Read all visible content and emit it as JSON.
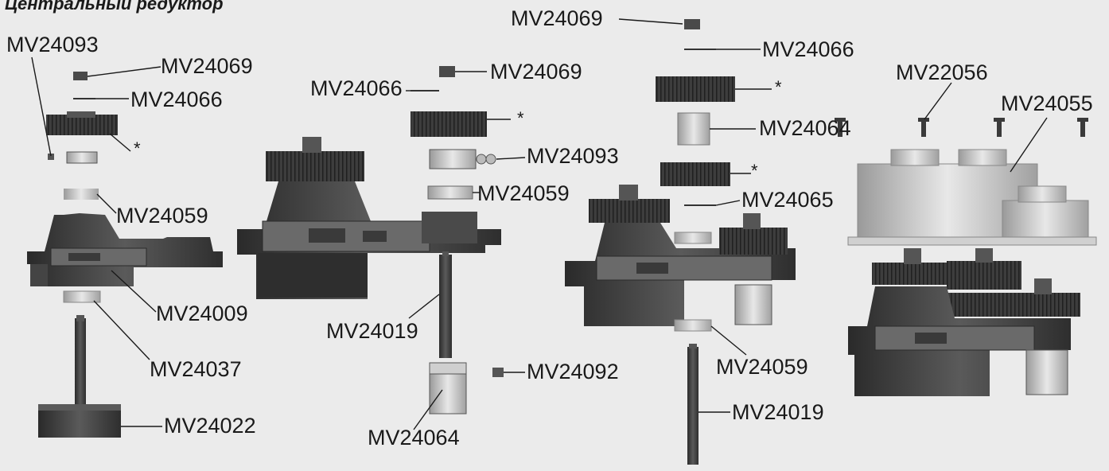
{
  "title": "Центральный редуктор",
  "labels": {
    "l01": "MV24093",
    "l02": "MV24069",
    "l03": "MV24066",
    "l04": "MV24059",
    "l05": "MV24009",
    "l06": "MV24037",
    "l07": "MV24022",
    "l08": "MV24066",
    "l09": "MV24069",
    "l10": "MV24093",
    "l11": "MV24059",
    "l12": "MV24019",
    "l13": "MV24092",
    "l14": "MV24064",
    "l15": "MV24069",
    "l16": "MV24066",
    "l17": "MV24064",
    "l18": "MV24065",
    "l19": "MV24059",
    "l20": "MV24019",
    "l21": "MV22056",
    "l22": "MV24055"
  },
  "stars": {
    "s1": "*",
    "s2": "*",
    "s3": "*",
    "s4": "*"
  },
  "colors": {
    "background": "#ebebeb",
    "part_dark": "#3a3a3a",
    "part_mid": "#5c5c5c",
    "part_light": "#c8c8c8",
    "leader": "#1a1a1a"
  }
}
